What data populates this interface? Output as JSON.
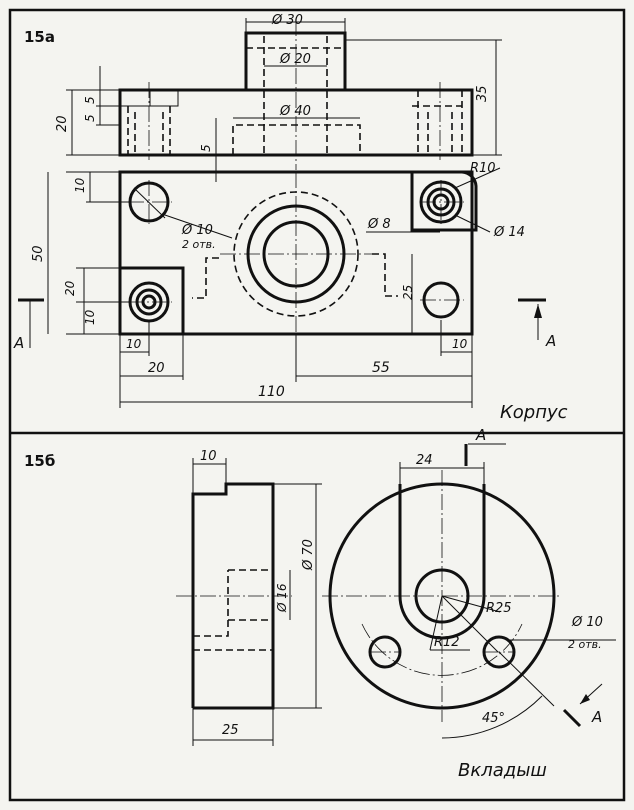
{
  "panel_a": {
    "label": "15а",
    "title": "Корпус",
    "dims": {
      "d30": "Ø 30",
      "d20": "Ø 20",
      "d40": "Ø 40",
      "h35": "35",
      "h20": "20",
      "h5_5a": "5",
      "h5_5b": "5",
      "h5_gap": "5",
      "r10": "R10",
      "d14": "Ø 14",
      "d10": "Ø 10",
      "holes2": "2 отв.",
      "d8": "Ø 8",
      "v10_top": "10",
      "v50": "50",
      "v20": "20",
      "v10_bot": "10",
      "v25": "25",
      "h10_left": "10",
      "h20_left": "20",
      "h55": "55",
      "h110": "110",
      "h10_right": "10"
    },
    "section": "A"
  },
  "panel_b": {
    "label": "15б",
    "title": "Вкладыш",
    "dims": {
      "w10": "10",
      "w24": "24",
      "d70": "Ø 70",
      "d16": "Ø 16",
      "r25": "R25",
      "r12": "R12",
      "d10": "Ø 10",
      "holes2": "2 отв.",
      "w25": "25",
      "angle": "45°"
    },
    "section": "A"
  }
}
